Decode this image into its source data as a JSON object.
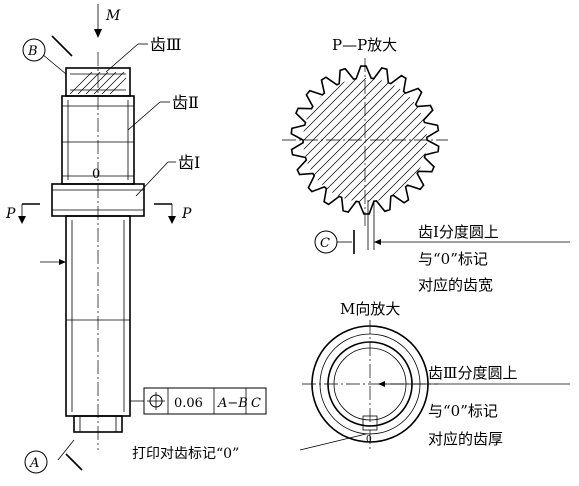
{
  "labels": {
    "view_m": "M",
    "datum_b": "B",
    "datum_a": "A",
    "datum_c": "C",
    "gear_iii": "齿Ⅲ",
    "gear_ii": "齿Ⅱ",
    "gear_i": "齿Ⅰ",
    "zero_mark": "0",
    "section_p_left": "P",
    "section_p_right": "P",
    "pp_title": "P—P放大",
    "m_title": "M向放大",
    "gear_i_note_line1": "齿Ⅰ分度圆上",
    "gear_i_note_line2": "与“0”标记",
    "gear_i_note_line3": "对应的齿宽",
    "gear_iii_note_line1": "齿Ⅲ分度圆上",
    "gear_iii_note_line2": "与“0”标记",
    "gear_iii_note_line3": "对应的齿厚",
    "print_mark_note": "打印对齿标记“0”",
    "m_view_zero": "0"
  },
  "tolerance_frame": {
    "symbol": "position-icon",
    "value": "0.06",
    "datum_primary": "A−B",
    "datum_secondary": "C"
  }
}
